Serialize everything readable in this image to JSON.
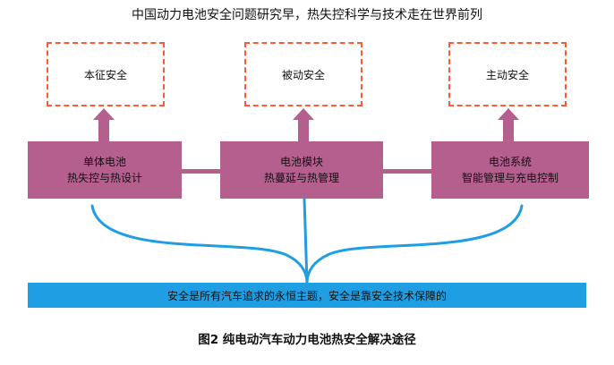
{
  "header": {
    "title": "中国动力电池安全问题研究早，热失控科学与技术走在世界前列"
  },
  "safety_boxes": [
    {
      "label": "本征安全"
    },
    {
      "label": "被动安全"
    },
    {
      "label": "主动安全"
    }
  ],
  "modules": [
    {
      "line1": "单体电池",
      "line2": "热失控与热设计"
    },
    {
      "line1": "电池模块",
      "line2": "热蔓延与热管理"
    },
    {
      "line1": "电池系统",
      "line2": "智能管理与充电控制"
    }
  ],
  "bottom_bar": {
    "text": "安全是所有汽车追求的永恒主题，安全是靠安全技术保障的"
  },
  "caption": {
    "text": "图2 纯电动汽车动力电池热安全解决途径"
  },
  "colors": {
    "module": "#b55f8f",
    "dashed_border": "#ff5a36",
    "curve": "#1f9ee3",
    "bottom_bar": "#1f9ee3"
  }
}
